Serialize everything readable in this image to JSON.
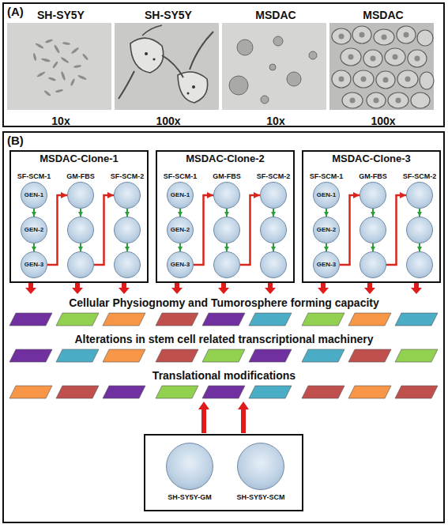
{
  "diagram": {
    "nodes": [
      {
        "text": [
          "(A)"
        ]
      },
      {
        "text": [
          "SH-SY5Y",
          "10x"
        ],
        "in": 0
      },
      {
        "text": [
          "SH-SY5Y",
          "100x"
        ],
        "in": 0
      },
      {
        "text": [
          "MSDAC",
          "10x"
        ],
        "in": 0
      },
      {
        "text": [
          "MSDAC",
          "100x"
        ],
        "in": 0
      },
      {
        "text": [
          "(B)"
        ]
      },
      {
        "text": [
          "MSDAC-Clone-1"
        ],
        "in": 5
      },
      {
        "text": [
          "SF-SCM-1",
          "GEN-1"
        ],
        "in": 6
      },
      {
        "text": [
          "GM-FBS"
        ],
        "in": 6
      },
      {
        "text": [
          "SF-SCM-2"
        ],
        "in": 6
      },
      {
        "text": [
          "GEN-2"
        ],
        "in": 6
      },
      {
        "text": [],
        "in": 6
      },
      {
        "text": [],
        "in": 6
      },
      {
        "text": [
          "GEN-3"
        ],
        "in": 6
      },
      {
        "text": [],
        "in": 6
      },
      {
        "text": [],
        "in": 6
      },
      {
        "text": [
          "MSDAC-Clone-2"
        ],
        "in": 5
      },
      {
        "text": [
          "SF-SCM-1",
          "GEN-1"
        ],
        "in": 16
      },
      {
        "text": [
          "GM-FBS"
        ],
        "in": 16
      },
      {
        "text": [
          "SF-SCM-2"
        ],
        "in": 16
      },
      {
        "text": [
          "GEN-2"
        ],
        "in": 16
      },
      {
        "text": [],
        "in": 16
      },
      {
        "text": [],
        "in": 16
      },
      {
        "text": [
          "GEN-3"
        ],
        "in": 16
      },
      {
        "text": [],
        "in": 16
      },
      {
        "text": [],
        "in": 16
      },
      {
        "text": [
          "MSDAC-Clone-3"
        ],
        "in": 5
      },
      {
        "text": [
          "SF-SCM-1",
          "GEN-1"
        ],
        "in": 26
      },
      {
        "text": [
          "GM-FBS"
        ],
        "in": 26
      },
      {
        "text": [
          "SF-SCM-2"
        ],
        "in": 26
      },
      {
        "text": [
          "GEN-2"
        ],
        "in": 26
      },
      {
        "text": [],
        "in": 26
      },
      {
        "text": [],
        "in": 26
      },
      {
        "text": [
          "GEN-3"
        ],
        "in": 26
      },
      {
        "text": [],
        "in": 26
      },
      {
        "text": [],
        "in": 26
      },
      {
        "text": [
          "SH-SY5Y-GM"
        ],
        "in": 5
      },
      {
        "text": [
          "SH-SY5Y-SCM"
        ],
        "in": 5
      }
    ],
    "edges": [
      {
        "from": 7,
        "to": 10,
        "arrow": "to"
      },
      {
        "from": 10,
        "to": 13,
        "arrow": "to"
      },
      {
        "from": 13,
        "to": 8,
        "arrow": "to"
      },
      {
        "from": 8,
        "to": 11,
        "arrow": "to"
      },
      {
        "from": 11,
        "to": 14,
        "arrow": "to"
      },
      {
        "from": 14,
        "to": 9,
        "arrow": "to"
      },
      {
        "from": 9,
        "to": 12,
        "arrow": "to"
      },
      {
        "from": 12,
        "to": 15,
        "arrow": "to"
      },
      {
        "from": 17,
        "to": 20,
        "arrow": "to"
      },
      {
        "from": 20,
        "to": 23,
        "arrow": "to"
      },
      {
        "from": 23,
        "to": 18,
        "arrow": "to"
      },
      {
        "from": 18,
        "to": 21,
        "arrow": "to"
      },
      {
        "from": 21,
        "to": 24,
        "arrow": "to"
      },
      {
        "from": 24,
        "to": 19,
        "arrow": "to"
      },
      {
        "from": 19,
        "to": 22,
        "arrow": "to"
      },
      {
        "from": 22,
        "to": 25,
        "arrow": "to"
      },
      {
        "from": 27,
        "to": 30,
        "arrow": "to"
      },
      {
        "from": 30,
        "to": 33,
        "arrow": "to"
      },
      {
        "from": 33,
        "to": 28,
        "arrow": "to"
      },
      {
        "from": 28,
        "to": 31,
        "arrow": "to"
      },
      {
        "from": 31,
        "to": 34,
        "arrow": "to"
      },
      {
        "from": 34,
        "to": 29,
        "arrow": "to"
      },
      {
        "from": 29,
        "to": 32,
        "arrow": "to"
      },
      {
        "from": 32,
        "to": 35,
        "arrow": "to"
      }
    ],
    "labels": [
      "Cellular Physiognomy and Tumorosphere forming capacity",
      "Alterations in stem cell related transcriptional machinery",
      "Translational modifications"
    ]
  }
}
